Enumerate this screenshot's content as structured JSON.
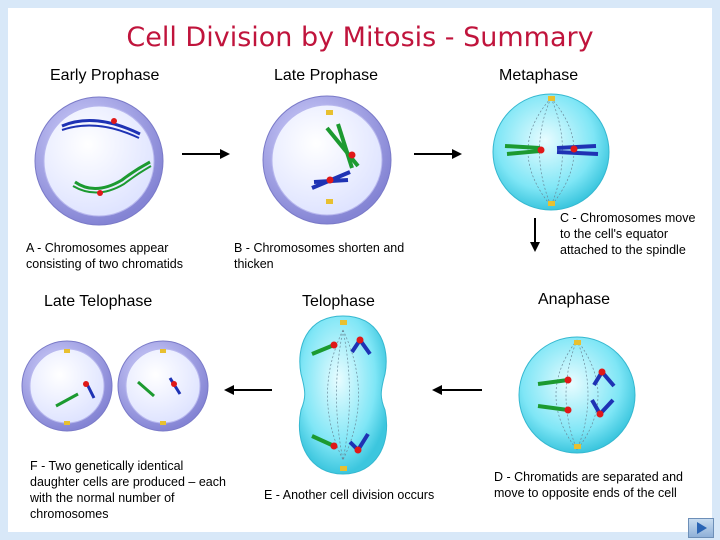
{
  "title": "Cell Division by Mitosis - Summary",
  "stages": [
    {
      "name": "Early Prophase",
      "caption": "A -  Chromosomes appear consisting of two chromatids"
    },
    {
      "name": "Late Prophase",
      "caption": "B -  Chromosomes shorten and thicken"
    },
    {
      "name": "Metaphase",
      "caption": "C -  Chromosomes move to the cell's equator attached to the spindle"
    },
    {
      "name": "Anaphase",
      "caption": "D -  Chromatids are separated and move to opposite ends of the cell"
    },
    {
      "name": "Telophase",
      "caption": "E -  Another cell division occurs"
    },
    {
      "name": "Late Telophase",
      "caption": "F -  Two genetically identical daughter cells are produced – each with the normal number of chromosomes"
    }
  ],
  "colors": {
    "title": "#c0143c",
    "membrane": "#9a9ae6",
    "nucleus": "#eef0ff",
    "cytoplasm": "#5fe3f5",
    "chromosome_blue": "#1e32b4",
    "chromosome_green": "#1c9a30",
    "centromere": "#e01818"
  },
  "icons": {
    "next": "play-triangle-icon"
  }
}
